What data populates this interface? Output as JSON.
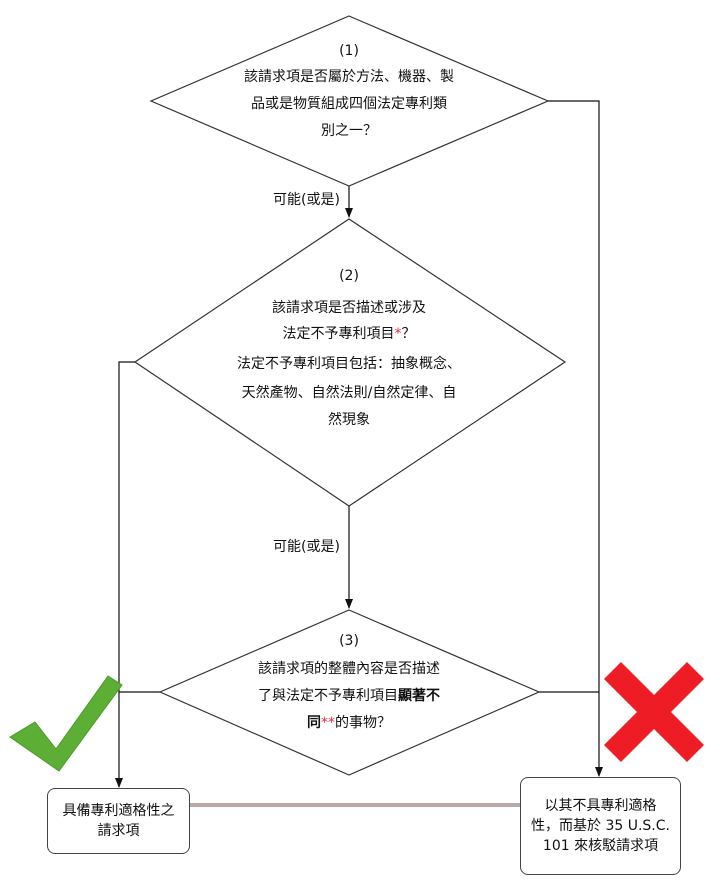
{
  "diamond1": {
    "num": "(1)",
    "lines": [
      "該請求項是否屬於方法、機器、製",
      "品或是物質組成四個法定專利類",
      "別之一？"
    ]
  },
  "diamond2": {
    "num": "(2)",
    "line1": "該請求項是否描述或涉及",
    "line2_a": "法定不予專利項目",
    "line2_star": "*",
    "line2_b": "？",
    "lines_rest": [
      "法定不予專利項目包括：抽象概念、",
      "天然產物、自然法則/自然定律、自",
      "然現象"
    ]
  },
  "diamond3": {
    "num": "(3)",
    "line1": "該請求項的整體內容是否描述",
    "line2_a": "了與法定不予專利項目",
    "line2_bold": "顯著不",
    "line3_bold": "同",
    "line3_star": "**",
    "line3_b": "的事物？"
  },
  "edges": {
    "d1_to_d2": "可能(或是)",
    "d2_to_d3": "可能(或是)"
  },
  "outcome_eligible": {
    "line1": "具備專利適格性之",
    "line2": "請求項"
  },
  "outcome_rejected": {
    "line1": "以其不具專利適格",
    "line2": "性，而基於 35 U.S.C.",
    "line3": "101 來核駁請求項"
  },
  "colors": {
    "check": "#5cae34",
    "cross": "#ee1c25",
    "connector": "#9b8a8a",
    "star": "#e0303a"
  },
  "icons": {
    "check": "checkmark-icon",
    "cross": "cross-icon"
  }
}
